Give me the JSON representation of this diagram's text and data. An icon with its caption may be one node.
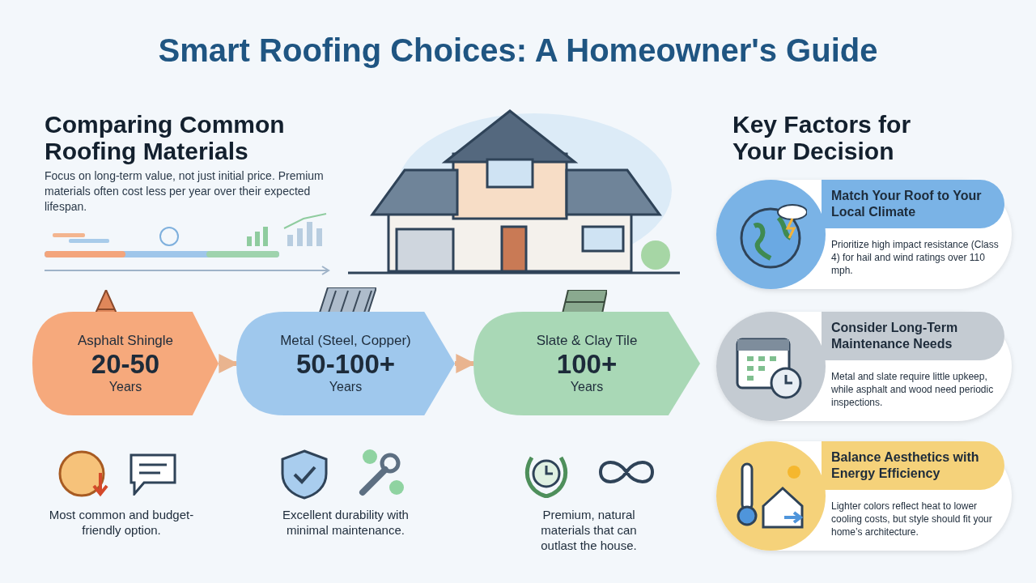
{
  "diagram": {
    "title": "Smart Roofing Choices: A Homeowner's Guide",
    "nodes": [
      {
        "text": [
          "Asphalt Shingle",
          "20-50",
          "Years"
        ]
      },
      {
        "text": [
          "Metal (Steel, Copper)",
          "50-100+",
          "Years"
        ]
      },
      {
        "text": [
          "Slate & Clay Tile",
          "100+",
          "Years"
        ]
      },
      {
        "text": [
          "Match Your Roof to Your Local Climate",
          "Prioritize high impact resistance (Class 4) for hail and wind ratings over 110 mph."
        ]
      },
      {
        "text": [
          "Consider Long-Term Maintenance Needs",
          "Metal and slate require little upkeep, while asphalt and wood need periodic inspections."
        ]
      },
      {
        "text": [
          "Balance Aesthetics with Energy Efficiency",
          "Lighter colors reflect heat to lower cooling costs, but style should fit your home’s architecture."
        ]
      }
    ],
    "edges": [
      {
        "from": 0,
        "to": 1,
        "arrow": "to"
      },
      {
        "from": 1,
        "to": 2,
        "arrow": "to"
      }
    ],
    "labels": [
      "Comparing Common Roofing Materials",
      "Focus on long-term value, not just initial price. Premium materials often cost less per year over their expected lifespan.",
      "Key Factors for Your Decision",
      "Most common and budget-friendly option.",
      "Excellent durability with minimal maintenance.",
      "Premium, natural materials that can outlast the house."
    ]
  }
}
